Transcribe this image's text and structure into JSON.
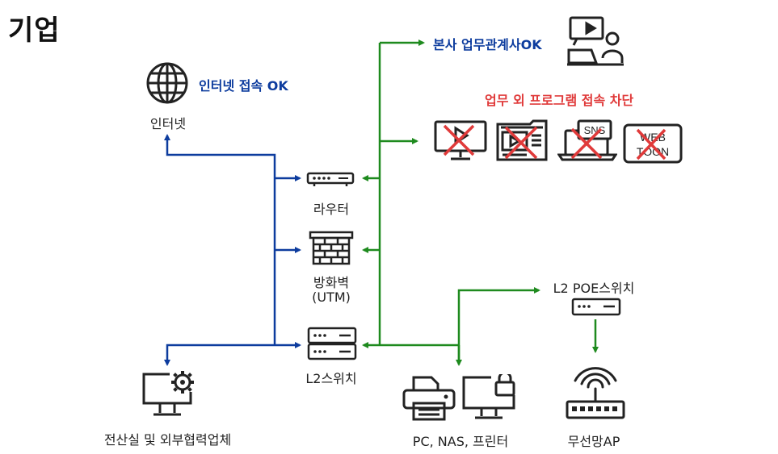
{
  "title": "기업",
  "nodes": {
    "internet": "인터넷",
    "router": "라우터",
    "firewall_line1": "방화벽",
    "firewall_line2": "(UTM)",
    "l2switch": "L2스위치",
    "it_room": "전산실 및 외부협력업체",
    "devices": "PC, NAS, 프린터",
    "poe_switch": "L2 POE스위치",
    "wireless_ap": "무선망AP"
  },
  "notes": {
    "internet_ok": "인터넷 접속 OK",
    "hq_ok": "본사 업무관계사OK",
    "blocked": "업무 외 프로그램 접속 차단"
  },
  "blocked_labels": {
    "sns": "SNS",
    "webtoon_line1": "WEB",
    "webtoon_line2": "TOON"
  },
  "colors": {
    "blue_line": "#0d3c9e",
    "green_line": "#1e8a1e",
    "red_x": "#e03a3a"
  }
}
